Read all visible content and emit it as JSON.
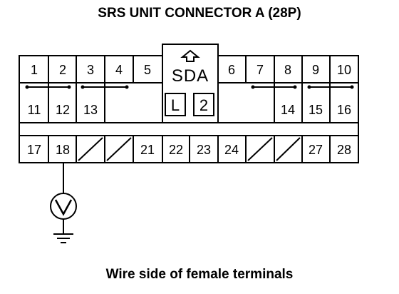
{
  "title": "SRS UNIT CONNECTOR A (28P)",
  "caption": "Wire side of female terminals",
  "connector": {
    "label": "SDA",
    "keys": [
      "L",
      "2"
    ],
    "terminals": [
      "1",
      "2",
      "3",
      "4",
      "5",
      "6",
      "7",
      "8",
      "9",
      "10",
      "11",
      "12",
      "13",
      "14",
      "15",
      "16",
      "17",
      "18",
      "21",
      "22",
      "23",
      "24",
      "27",
      "28"
    ]
  },
  "meter": {
    "symbol": "V",
    "probe_terminal": "18",
    "icon": "voltmeter-icon"
  },
  "ground": {
    "icon": "ground-icon"
  },
  "colors": {
    "line": "#000000",
    "background": "#ffffff"
  }
}
